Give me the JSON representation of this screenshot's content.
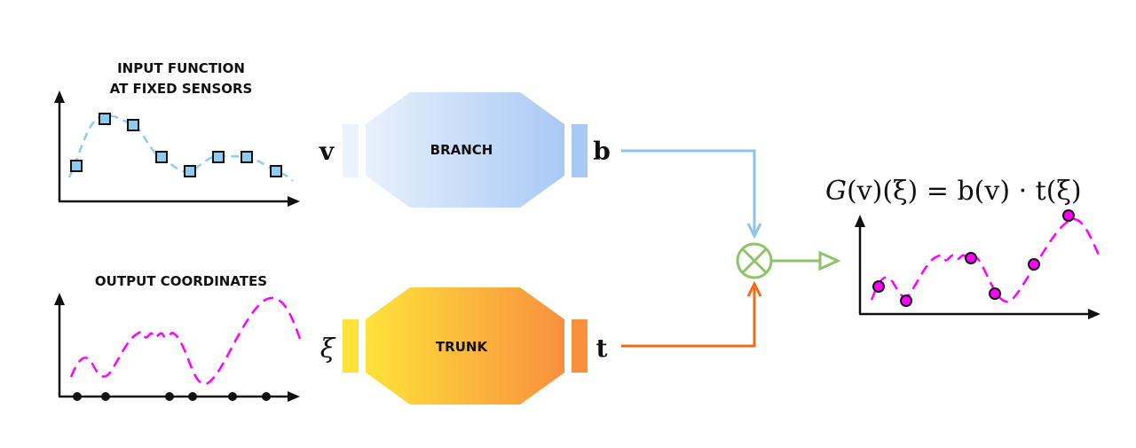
{
  "input_panel": {
    "title_line1": "INPUT FUNCTION",
    "title_line2": "AT FIXED SENSORS",
    "color_marker_fill": "#8ecbf0",
    "color_curve": "#8ecbf0"
  },
  "output_panel": {
    "title": "OUTPUT COORDINATES",
    "color_curve": "#ff00ff"
  },
  "branch": {
    "label": "BRANCH",
    "input_symbol": "v",
    "output_symbol": "b",
    "gradient_start": "#e8f1fc",
    "gradient_end": "#a9c9f5",
    "arrow_color": "#8ec3ea"
  },
  "trunk": {
    "label": "TRUNK",
    "input_symbol": "ξ",
    "output_symbol": "t",
    "gradient_start": "#ffe23a",
    "gradient_end": "#f8903e",
    "arrow_color": "#ef6c1a"
  },
  "combine": {
    "operator_symbol": "⊗",
    "color": "#8fc36a"
  },
  "result_panel": {
    "formula_left": "G",
    "formula_rest": "(v)(ξ) = b(v) · t(ξ)",
    "marker_fill": "#ff00ff",
    "curve_color": "#ff00ff"
  }
}
